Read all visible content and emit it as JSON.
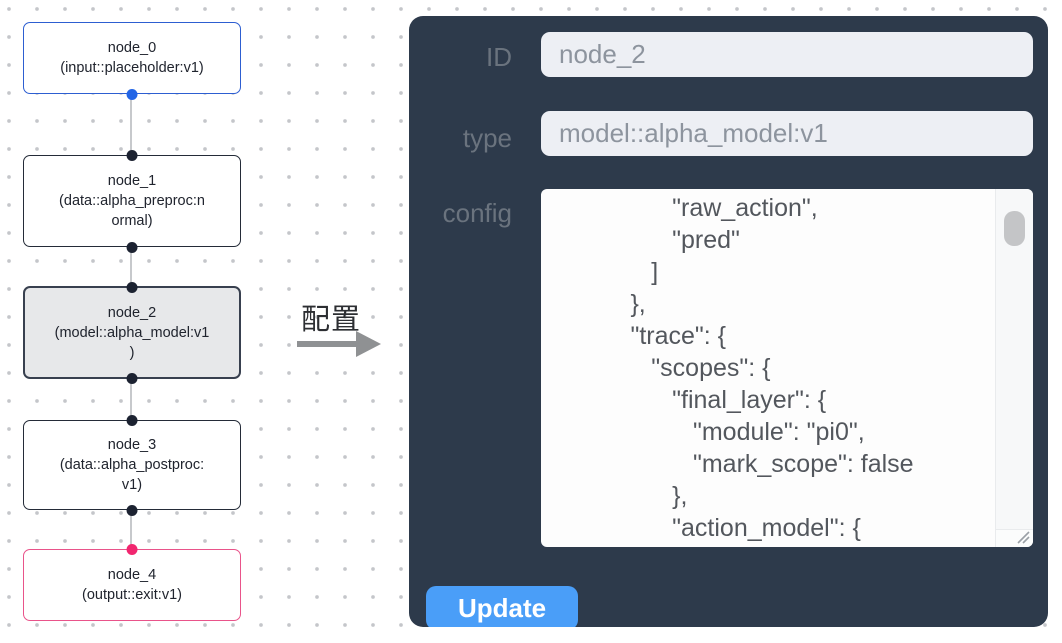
{
  "canvas": {
    "nodes": [
      {
        "id": "node_0",
        "type": "input::placeholder:v1",
        "lines": [
          "node_0",
          "(input::placeholder:v1)"
        ],
        "variant": "input",
        "selected": false
      },
      {
        "id": "node_1",
        "type": "data::alpha_preproc:normal",
        "lines": [
          "node_1",
          "(data::alpha_preproc:n",
          "ormal)"
        ],
        "variant": "default",
        "selected": false
      },
      {
        "id": "node_2",
        "type": "model::alpha_model:v1",
        "lines": [
          "node_2",
          "(model::alpha_model:v1",
          ")"
        ],
        "variant": "selected",
        "selected": true
      },
      {
        "id": "node_3",
        "type": "data::alpha_postproc:v1",
        "lines": [
          "node_3",
          "(data::alpha_postproc:",
          "v1)"
        ],
        "variant": "default",
        "selected": false
      },
      {
        "id": "node_4",
        "type": "output::exit:v1",
        "lines": [
          "node_4",
          "(output::exit:v1)"
        ],
        "variant": "output",
        "selected": false
      }
    ]
  },
  "transition": {
    "label": "配置"
  },
  "panel": {
    "fields": [
      {
        "label": "ID",
        "value": "node_2"
      },
      {
        "label": "type",
        "value": "model::alpha_model:v1"
      }
    ],
    "config_label": "config",
    "config_text": "                \"raw_action\",\n                \"pred\"\n             ]\n          },\n          \"trace\": {\n             \"scopes\": {\n                \"final_layer\": {\n                   \"module\": \"pi0\",\n                   \"mark_scope\": false\n                },\n                \"action_model\": {",
    "update_label": "Update"
  },
  "colors": {
    "canvas_bg": "#ffffff",
    "dot_grid": "#c4c6ca",
    "node_blue": "#2d5ed1",
    "node_dark": "#242b38",
    "node_pink": "#e9538a",
    "node_selected_bg": "#e7e8ea",
    "node_selected_border": "#38404f",
    "node_text": "#20242e",
    "dot_blue": "#2365e6",
    "dot_dark": "#1c2231",
    "dot_pink": "#f1266f",
    "link_gray": "#c7c9cc",
    "arrow_gray": "#8f9193",
    "transition_text": "#2c2e32",
    "panel_bg": "#2d3a4b",
    "label_text": "#6a737e",
    "field_bg": "#edeff4",
    "field_text": "#8d949e",
    "textarea_bg": "#fdfdfd",
    "config_text": "#53575d",
    "scrollbar_thumb": "#c4c5c7",
    "button_bg": "#4a9ef8",
    "button_text": "#ffffff"
  }
}
